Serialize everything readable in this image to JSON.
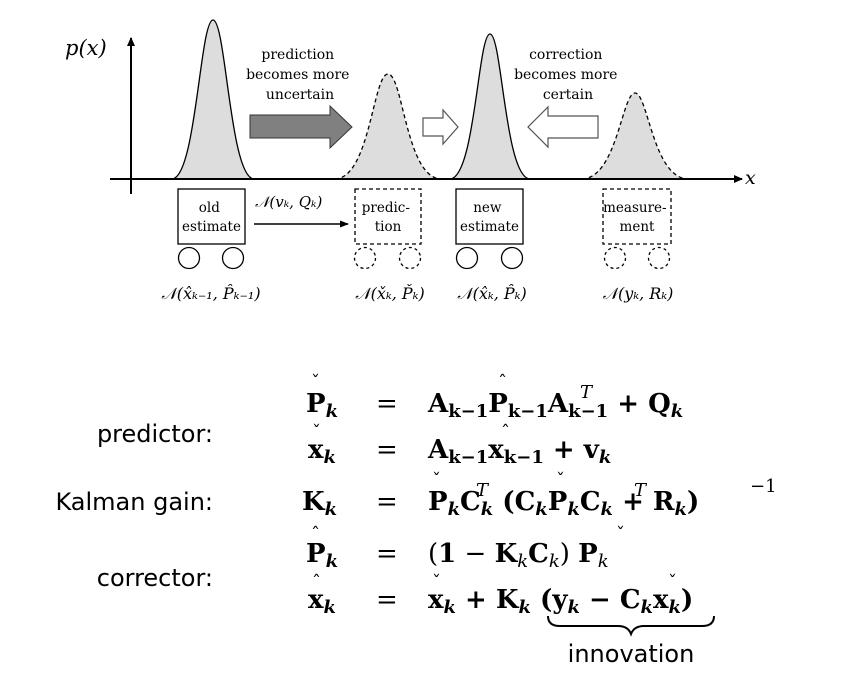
{
  "axis": {
    "y_label": "p(x)",
    "x_label": "x"
  },
  "arrows": {
    "prediction_text": [
      "prediction",
      "becomes more",
      "uncertain"
    ],
    "correction_text": [
      "correction",
      "becomes more",
      "certain"
    ]
  },
  "boxes": {
    "old": [
      "old",
      "estimate"
    ],
    "prediction": [
      "predic-",
      "tion"
    ],
    "new": [
      "new",
      "estimate"
    ],
    "measurement": [
      "measure-",
      "ment"
    ]
  },
  "transition_label": "𝒩(vₖ, Qₖ)",
  "distributions": {
    "old": "𝒩(x̂ₖ₋₁, P̂ₖ₋₁)",
    "prediction": "𝒩(x̌ₖ, P̌ₖ)",
    "new": "𝒩(x̂ₖ, P̂ₖ)",
    "measurement": "𝒩(yₖ, Rₖ)"
  },
  "equation_labels": {
    "predictor": "predictor:",
    "gain": "Kalman gain:",
    "corrector": "corrector:",
    "innovation": "innovation"
  },
  "colors": {
    "fill": "#dddddd",
    "dark_arrow": "#808080",
    "light_arrow": "#ffffff",
    "ink": "#000000"
  }
}
